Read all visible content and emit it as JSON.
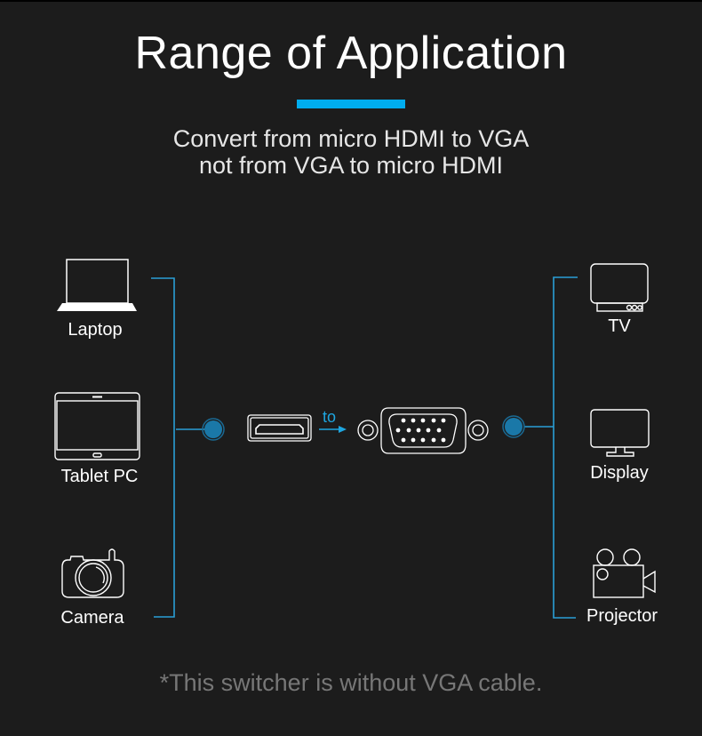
{
  "header": {
    "title": "Range of Application",
    "subtitle_line1": "Convert from micro HDMI to VGA",
    "subtitle_line2": "not from VGA to micro HDMI"
  },
  "sources": [
    {
      "label": "Laptop",
      "icon": "laptop-icon"
    },
    {
      "label": "Tablet PC",
      "icon": "tablet-icon"
    },
    {
      "label": "Camera",
      "icon": "camera-icon"
    }
  ],
  "adapter": {
    "input": "micro HDMI",
    "arrow_label": "to",
    "output": "VGA"
  },
  "destinations": [
    {
      "label": "TV",
      "icon": "tv-icon"
    },
    {
      "label": "Display",
      "icon": "monitor-icon"
    },
    {
      "label": "Projector",
      "icon": "projector-icon"
    }
  ],
  "footnote": "*This switcher is without VGA cable.",
  "colors": {
    "background": "#1c1c1c",
    "accent": "#00adef",
    "line": "#2a9fd6",
    "node": "#1a78a8",
    "footnote": "#777777"
  }
}
